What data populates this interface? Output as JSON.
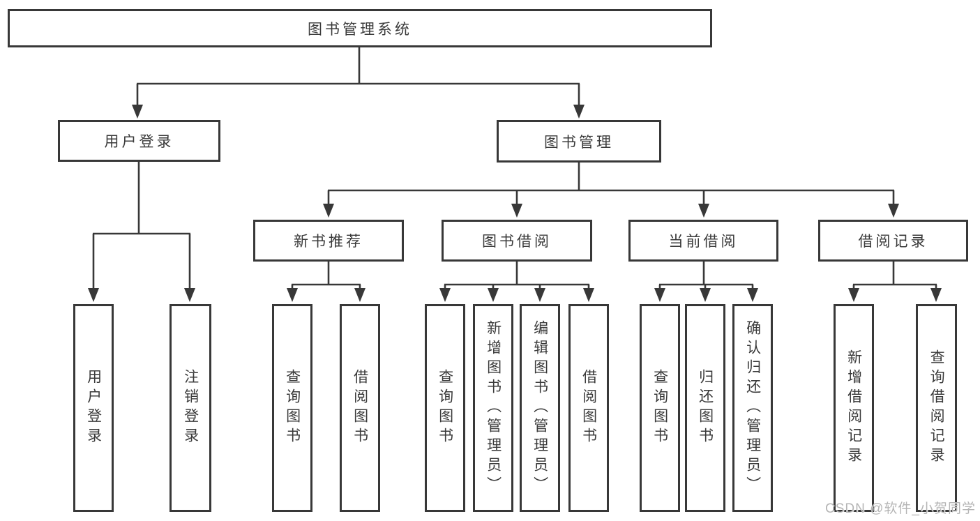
{
  "colors": {
    "line": "#383838",
    "text": "#3a3a3a",
    "watermark": "#b5b5b5",
    "bg": "#ffffff"
  },
  "nodes": {
    "root": "图书管理系统",
    "user_login_group": "用户登录",
    "book_mgmt_group": "图书管理",
    "new_book_rec": "新书推荐",
    "book_borrow": "图书借阅",
    "current_borrow": "当前借阅",
    "borrow_records": "借阅记录",
    "user_login": "用户登录",
    "logout": "注销登录",
    "rec_query_books": "查询图书",
    "rec_borrow_books": "借阅图书",
    "bb_query_books": "查询图书",
    "bb_add_books": "新增图书（管理员）",
    "bb_edit_books": "编辑图书（管理员）",
    "bb_borrow_books": "借阅图书",
    "cb_query_books": "查询图书",
    "cb_return_books": "归还图书",
    "cb_confirm_return": "确认归还（管理员）",
    "br_add_record": "新增借阅记录",
    "br_query_record": "查询借阅记录"
  },
  "watermark": "CSDN @软件_小贺同学"
}
